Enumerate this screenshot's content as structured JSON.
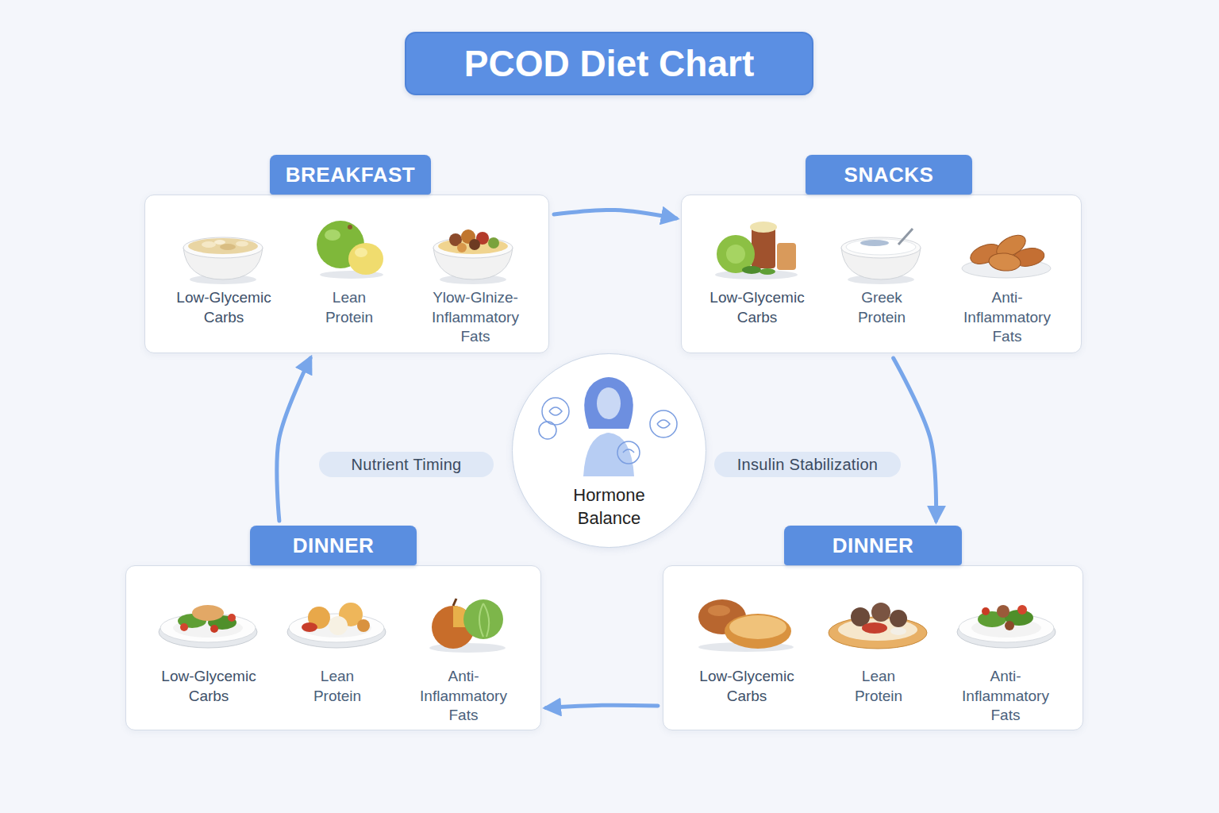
{
  "diagram": {
    "title": "PCOD Diet Chart",
    "nodes": [
      {
        "text": [
          "BREAKFAST",
          "Low-Glycemic Carbs",
          "Lean Protein",
          "Ylow-Glnize- Inflammatory Fats"
        ]
      },
      {
        "text": [
          "SNACKS",
          "Low-Glycemic Carbs",
          "Greek Protein",
          "Anti- Inflammatory Fats"
        ]
      },
      {
        "text": [
          "Nutrient Timing"
        ]
      },
      {
        "text": [
          "Hormone Balance"
        ]
      },
      {
        "text": [
          "Insulin Stabilization"
        ]
      },
      {
        "text": [
          "DINNER",
          "Low-Glycemic Carbs",
          "Lean Protein",
          "Anti- Inflammatory Fats"
        ]
      },
      {
        "text": [
          "DINNER",
          "Low-Glycemic Carbs",
          "Lean Protein",
          "Anti- Inflammatory Fats"
        ]
      }
    ],
    "edges": [
      {
        "from": 0,
        "to": 1,
        "arrow": "to"
      },
      {
        "from": 1,
        "to": 6,
        "arrow": "to"
      },
      {
        "from": 6,
        "to": 5,
        "arrow": "to"
      },
      {
        "from": 5,
        "to": 0,
        "arrow": "to"
      }
    ]
  }
}
